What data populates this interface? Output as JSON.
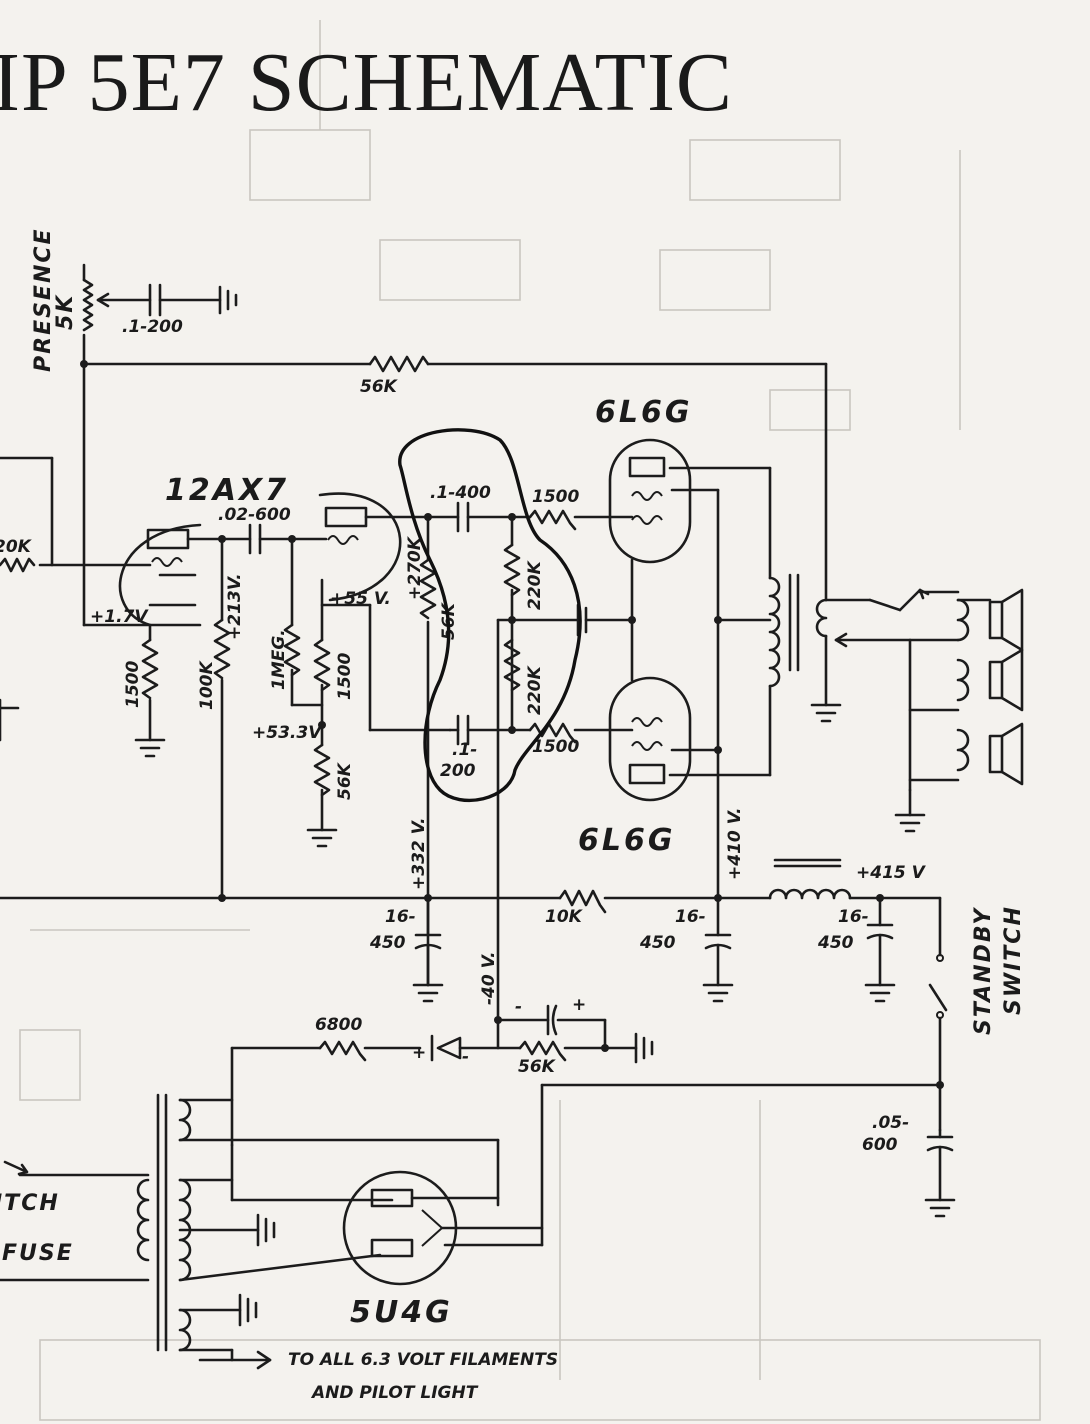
{
  "title": "IP 5E7 SCHEMATIC",
  "labels": {
    "presence": "PRESENCE",
    "presence_value": "5K",
    "cap_presence": ".1-200",
    "r_feedback": "56K",
    "tube_preamp": "12AX7",
    "cap_coupling": ".02-600",
    "r_input": "20K",
    "v_cathode": "+1.7V",
    "r_cathode1": "1500",
    "r_plate": "100K",
    "v_plate": "+213V.",
    "r_grid": "1MEG.",
    "v_55": "+55 V.",
    "r_1500b": "1500",
    "v_533": "+53.3V",
    "r_56k_lower": "56K",
    "r_270k": "+270K",
    "r_56k_pi": "56K",
    "cap_1_400": ".1-400",
    "r_1500_top": "1500",
    "r_220k_top": "220K",
    "r_220k_bot": "220K",
    "cap_1_200": ".1-\n200",
    "r_1500_bot": "1500",
    "tube_power_top": "6L6G",
    "tube_power_bot": "6L6G",
    "v_332": "+332 V.",
    "v_410": "+410 V.",
    "v_415": "+415 V",
    "r_10k": "10K",
    "cap_16_450_a": "16-\n450",
    "cap_16_450_b": "16-\n450",
    "cap_16_450_c": "16-\n450",
    "v_neg40": "-40 V.",
    "r_6800": "6800",
    "r_56k_bias": "56K",
    "standby": "STANDBY",
    "switch": "SWITCH",
    "cap_05_600": ".05-\n600",
    "tube_rect": "5U4G",
    "switch_left": "ITCH",
    "fuse": "FUSE",
    "filaments_line1": "TO ALL 6.3 VOLT FILAMENTS",
    "filaments_line2": "AND PILOT LIGHT"
  }
}
